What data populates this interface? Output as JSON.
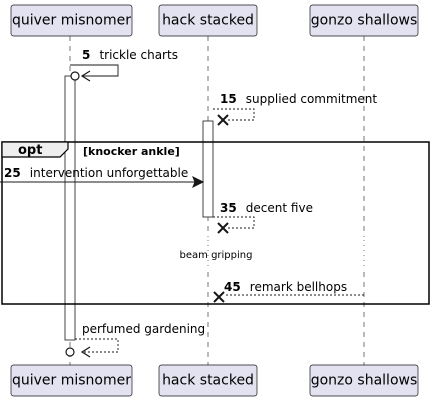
{
  "participants": [
    {
      "id": "quiver",
      "label": "quiver misnomer"
    },
    {
      "id": "hack",
      "label": "hack stacked"
    },
    {
      "id": "gonzo",
      "label": "gonzo shallows"
    }
  ],
  "messages": {
    "m5": {
      "num": "5",
      "text": "trickle charts"
    },
    "m15": {
      "num": "15",
      "text": "supplied commitment"
    },
    "m25": {
      "num": "25",
      "text": "intervention unforgettable"
    },
    "m35": {
      "num": "35",
      "text": "decent five"
    },
    "m45": {
      "num": "45",
      "text": "remark bellhops"
    },
    "m_last": {
      "num": "",
      "text": "perfumed gardening"
    }
  },
  "frame": {
    "kind": "opt",
    "guard": "[knocker ankle]"
  },
  "divider": {
    "text": "beam gripping"
  },
  "colors": {
    "participant_fill": "#e2e2f0",
    "line": "#181818",
    "frame_tab": "#eeeeee"
  }
}
